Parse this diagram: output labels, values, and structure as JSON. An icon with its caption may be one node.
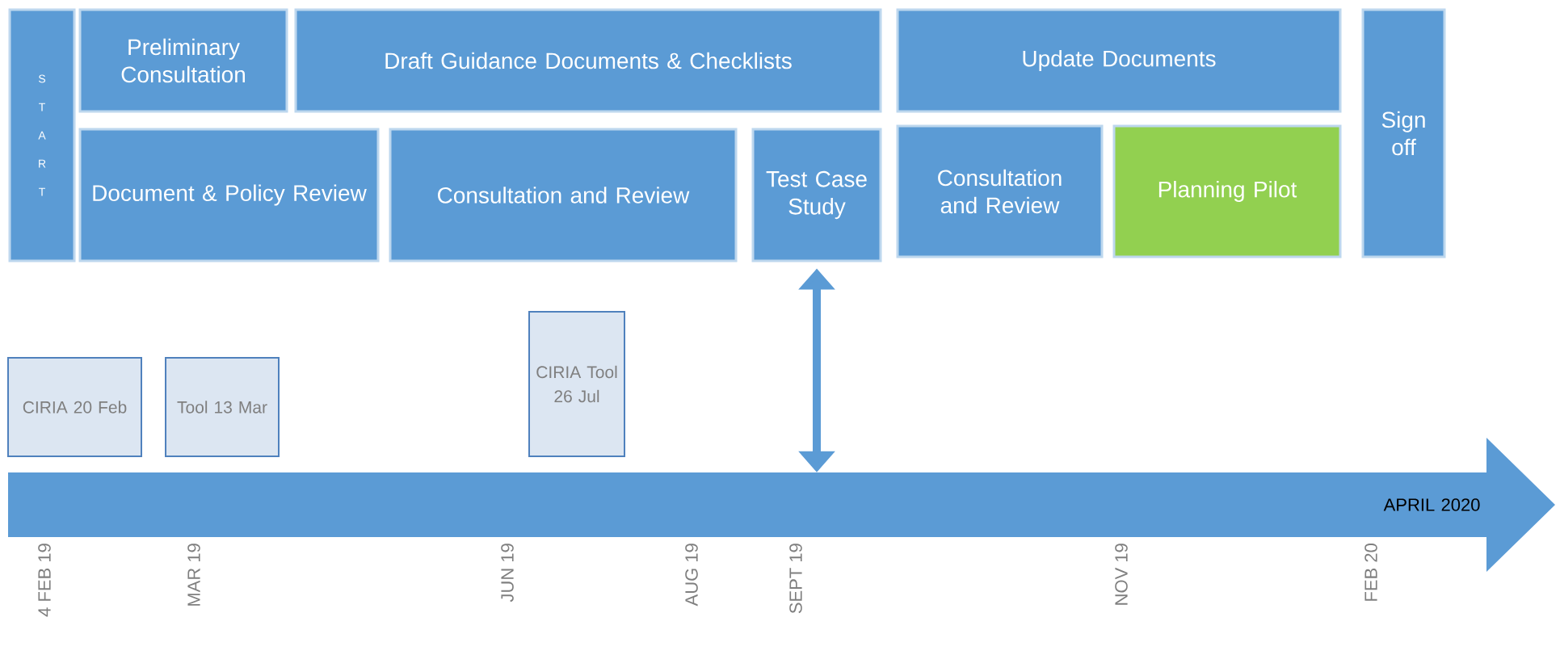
{
  "diagram": {
    "nodes": [
      {
        "text": [
          "S T A R T"
        ]
      },
      {
        "text": [
          "Preliminary Consultation"
        ]
      },
      {
        "text": [
          "Draft Guidance Documents & Checklists"
        ]
      },
      {
        "text": [
          "Update Documents"
        ]
      },
      {
        "text": [
          "Sign off"
        ]
      },
      {
        "text": [
          "Document & Policy Review"
        ]
      },
      {
        "text": [
          "Consultation and Review"
        ]
      },
      {
        "text": [
          "Test Case Study"
        ]
      },
      {
        "text": [
          "Consultation and Review"
        ]
      },
      {
        "text": [
          "Planning Pilot"
        ]
      },
      {
        "text": [
          "CIRIA 20 Feb"
        ]
      },
      {
        "text": [
          "Tool 13 Mar"
        ]
      },
      {
        "text": [
          "CIRIA Tool 26 Jul"
        ]
      },
      {
        "text": [
          "APRIL 2020"
        ]
      }
    ],
    "edges": [
      {
        "from": 7,
        "to": 13,
        "arrow": "both"
      }
    ],
    "labels": [
      "4 FEB 19",
      "MAR 19",
      "JUN 19",
      "AUG 19",
      "SEPT 19",
      "NOV 19",
      "FEB 20"
    ]
  }
}
